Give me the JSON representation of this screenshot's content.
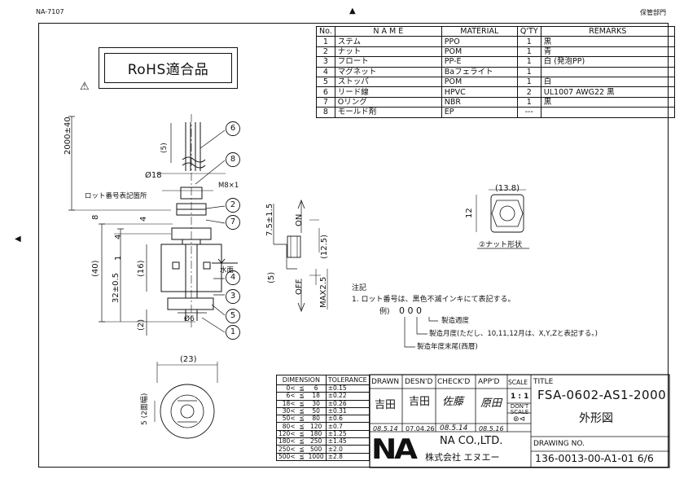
{
  "header": {
    "left_code": "NA-7107",
    "right_label": "保管部門"
  },
  "rohs_label": "RoHS適合品",
  "parts_table": {
    "headers": [
      "No.",
      "N A M E",
      "MATERIAL",
      "Q'TY",
      "REMARKS"
    ],
    "rows": [
      {
        "no": "1",
        "name": "ステム",
        "material": "PPO",
        "qty": "1",
        "remarks": "黒"
      },
      {
        "no": "2",
        "name": "ナット",
        "material": "POM",
        "qty": "1",
        "remarks": "青"
      },
      {
        "no": "3",
        "name": "フロート",
        "material": "PP-E",
        "qty": "1",
        "remarks": "白 (発泡PP)"
      },
      {
        "no": "4",
        "name": "マグネット",
        "material": "Baフェライト",
        "qty": "1",
        "remarks": ""
      },
      {
        "no": "5",
        "name": "ストッパ",
        "material": "POM",
        "qty": "1",
        "remarks": "白"
      },
      {
        "no": "6",
        "name": "リード線",
        "material": "HPVC",
        "qty": "2",
        "remarks": "UL1007 AWG22 黒"
      },
      {
        "no": "7",
        "name": "Oリング",
        "material": "NBR",
        "qty": "1",
        "remarks": "黒"
      },
      {
        "no": "8",
        "name": "モールド剤",
        "material": "EP",
        "qty": "---",
        "remarks": ""
      }
    ]
  },
  "dimensions": {
    "lead_length": "2000±40",
    "lead_strip": "(5)",
    "dia18": "Ø18",
    "thread": "M8×1",
    "lot_label": "ロット番号表記箇所",
    "d8": "8",
    "d4a": "4",
    "d4b": "4",
    "d1": "1",
    "d40": "(40)",
    "d32": "32±0.5",
    "d16": "(16)",
    "d2": "(2)",
    "dia6": "Ø6",
    "water": "水面",
    "d75": "7.5±1.5",
    "d5": "(5)",
    "d125": "(12.5)",
    "max25": "MAX2.5",
    "on": "ON",
    "off": "OFF",
    "nut_w": "(13.8)",
    "nut_h": "12",
    "nut_caption": "②ナット形状",
    "bottom_w": "(23)",
    "bottom_h": "5 (2面幅)"
  },
  "balloons": [
    "6",
    "8",
    "2",
    "7",
    "4",
    "3",
    "5",
    "1"
  ],
  "notes": {
    "title": "注記",
    "line1": "1.  ロット番号は、黒色不滅インキにて表記する。",
    "example": "例)",
    "code": "0 0 0",
    "l1": "製造週度",
    "l2": "製造月度(ただし、10,11,12月は、X,Y,Zと表記する。)",
    "l3": "製造年度末尾(西暦)"
  },
  "tolerance": {
    "headers": [
      "DIMENSION",
      "TOLERANCE"
    ],
    "rows": [
      [
        "0<",
        "≦",
        "6",
        "±0.15"
      ],
      [
        "6<",
        "≦",
        "18",
        "±0.22"
      ],
      [
        "18<",
        "≦",
        "30",
        "±0.26"
      ],
      [
        "30<",
        "≦",
        "50",
        "±0.31"
      ],
      [
        "50<",
        "≦",
        "80",
        "±0.6"
      ],
      [
        "80<",
        "≦",
        "120",
        "±0.7"
      ],
      [
        "120<",
        "≦",
        "180",
        "±1.25"
      ],
      [
        "180<",
        "≦",
        "250",
        "±1.45"
      ],
      [
        "250<",
        "≦",
        "500",
        "±2.0"
      ],
      [
        "500<",
        "≦",
        "1000",
        "±2.8"
      ]
    ]
  },
  "title_block": {
    "drawn": "DRAWN",
    "desnd": "DESN'D",
    "checkd": "CHECK'D",
    "appd": "APP'D",
    "scale": "SCALE",
    "title_label": "TITLE",
    "scale_value": "1 : 1",
    "dont_scale": "DON'T SCALE",
    "drawn_sig": "吉田",
    "desnd_sig": "吉田",
    "checkd_sig": "佐藤",
    "appd_sig": "原田",
    "drawn_date": "08.5.14",
    "desnd_date": "07.04.26",
    "checkd_date": "08.5.14",
    "appd_date": "08.5.16",
    "part_number": "FSA-0602-AS1-2000",
    "drawing_title": "外形図",
    "company_en": "NA CO.,LTD.",
    "company_ja": "株式会社  エヌエー",
    "logo": "NA",
    "drawing_no_label": "DRAWING NO.",
    "drawing_no": "136-0013-00-A1-01 6/6"
  }
}
